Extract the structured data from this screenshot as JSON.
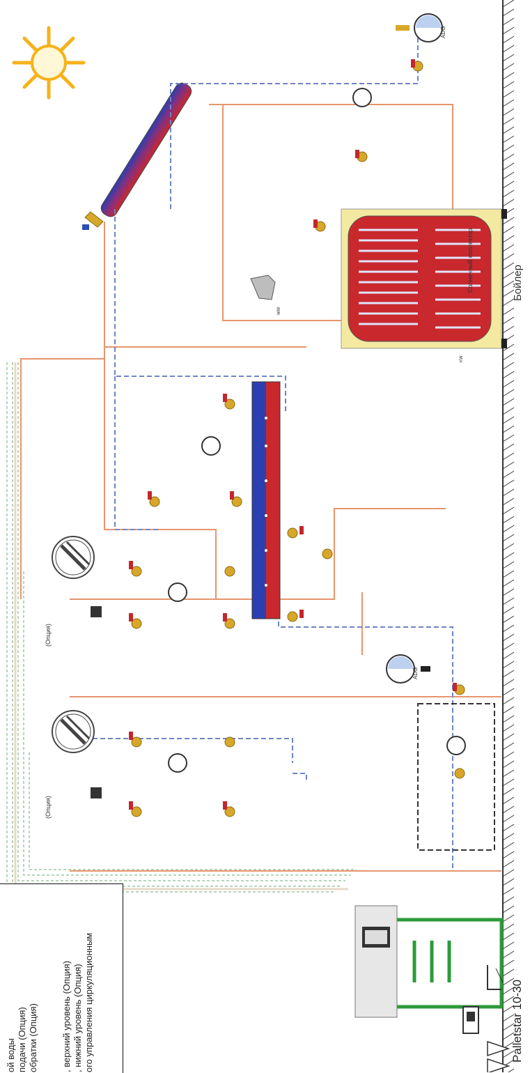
{
  "labels": {
    "collector": "Солнечный коллектор",
    "boiler_tank": "Бойлер",
    "heater": "Palletstar 10-30",
    "option_left": "(Опция)",
    "option_right": "(Опция)",
    "adg_top": "ADG",
    "adg_mid": "ADG",
    "ww": "WW",
    "kw": "KW"
  },
  "legend": {
    "lines": [
      "ой воды",
      "подачи (Опция)",
      "обратки (Опция)",
      "",
      ", верхний уровень (Опция)",
      ", нижний уровень (Опция)",
      "ого управления циркуляционным"
    ]
  },
  "colors": {
    "supply": "#d9462e",
    "return": "#2b4fb0",
    "solar_return": "#6f83c7",
    "cable": "#7fb27f",
    "cable_fill": "#c9a98a",
    "tank_jacket": "#f3e9a0",
    "boiler_green": "#2d9a3a",
    "valve_brass": "#d7a72a",
    "handle_red": "#c4262d",
    "sun": "#f6b21b",
    "ground": "#333333"
  }
}
